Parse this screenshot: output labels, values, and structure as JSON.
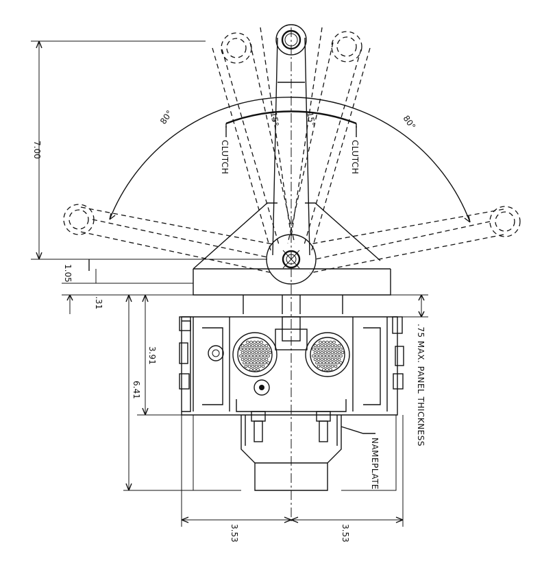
{
  "labels": {
    "clutch_left": "CLUTCH",
    "clutch_right": "CLUTCH",
    "nameplate": "NAMEPLATE",
    "panel_thickness": ".75 MAX. PANEL THICKNESS"
  },
  "angles": {
    "left_travel": "80°",
    "right_travel": "80°",
    "left_clutch": "15°",
    "right_clutch": "15°"
  },
  "dimensions": {
    "overall_height": "7.00",
    "pivot_to_panel": "1.05",
    "panel_to_body": ".31",
    "body_height": "3.91",
    "total_depth": "6.41",
    "half_width_left": "3.53",
    "half_width_right": "3.53"
  },
  "colors": {
    "line": "#111111",
    "background": "#ffffff"
  }
}
